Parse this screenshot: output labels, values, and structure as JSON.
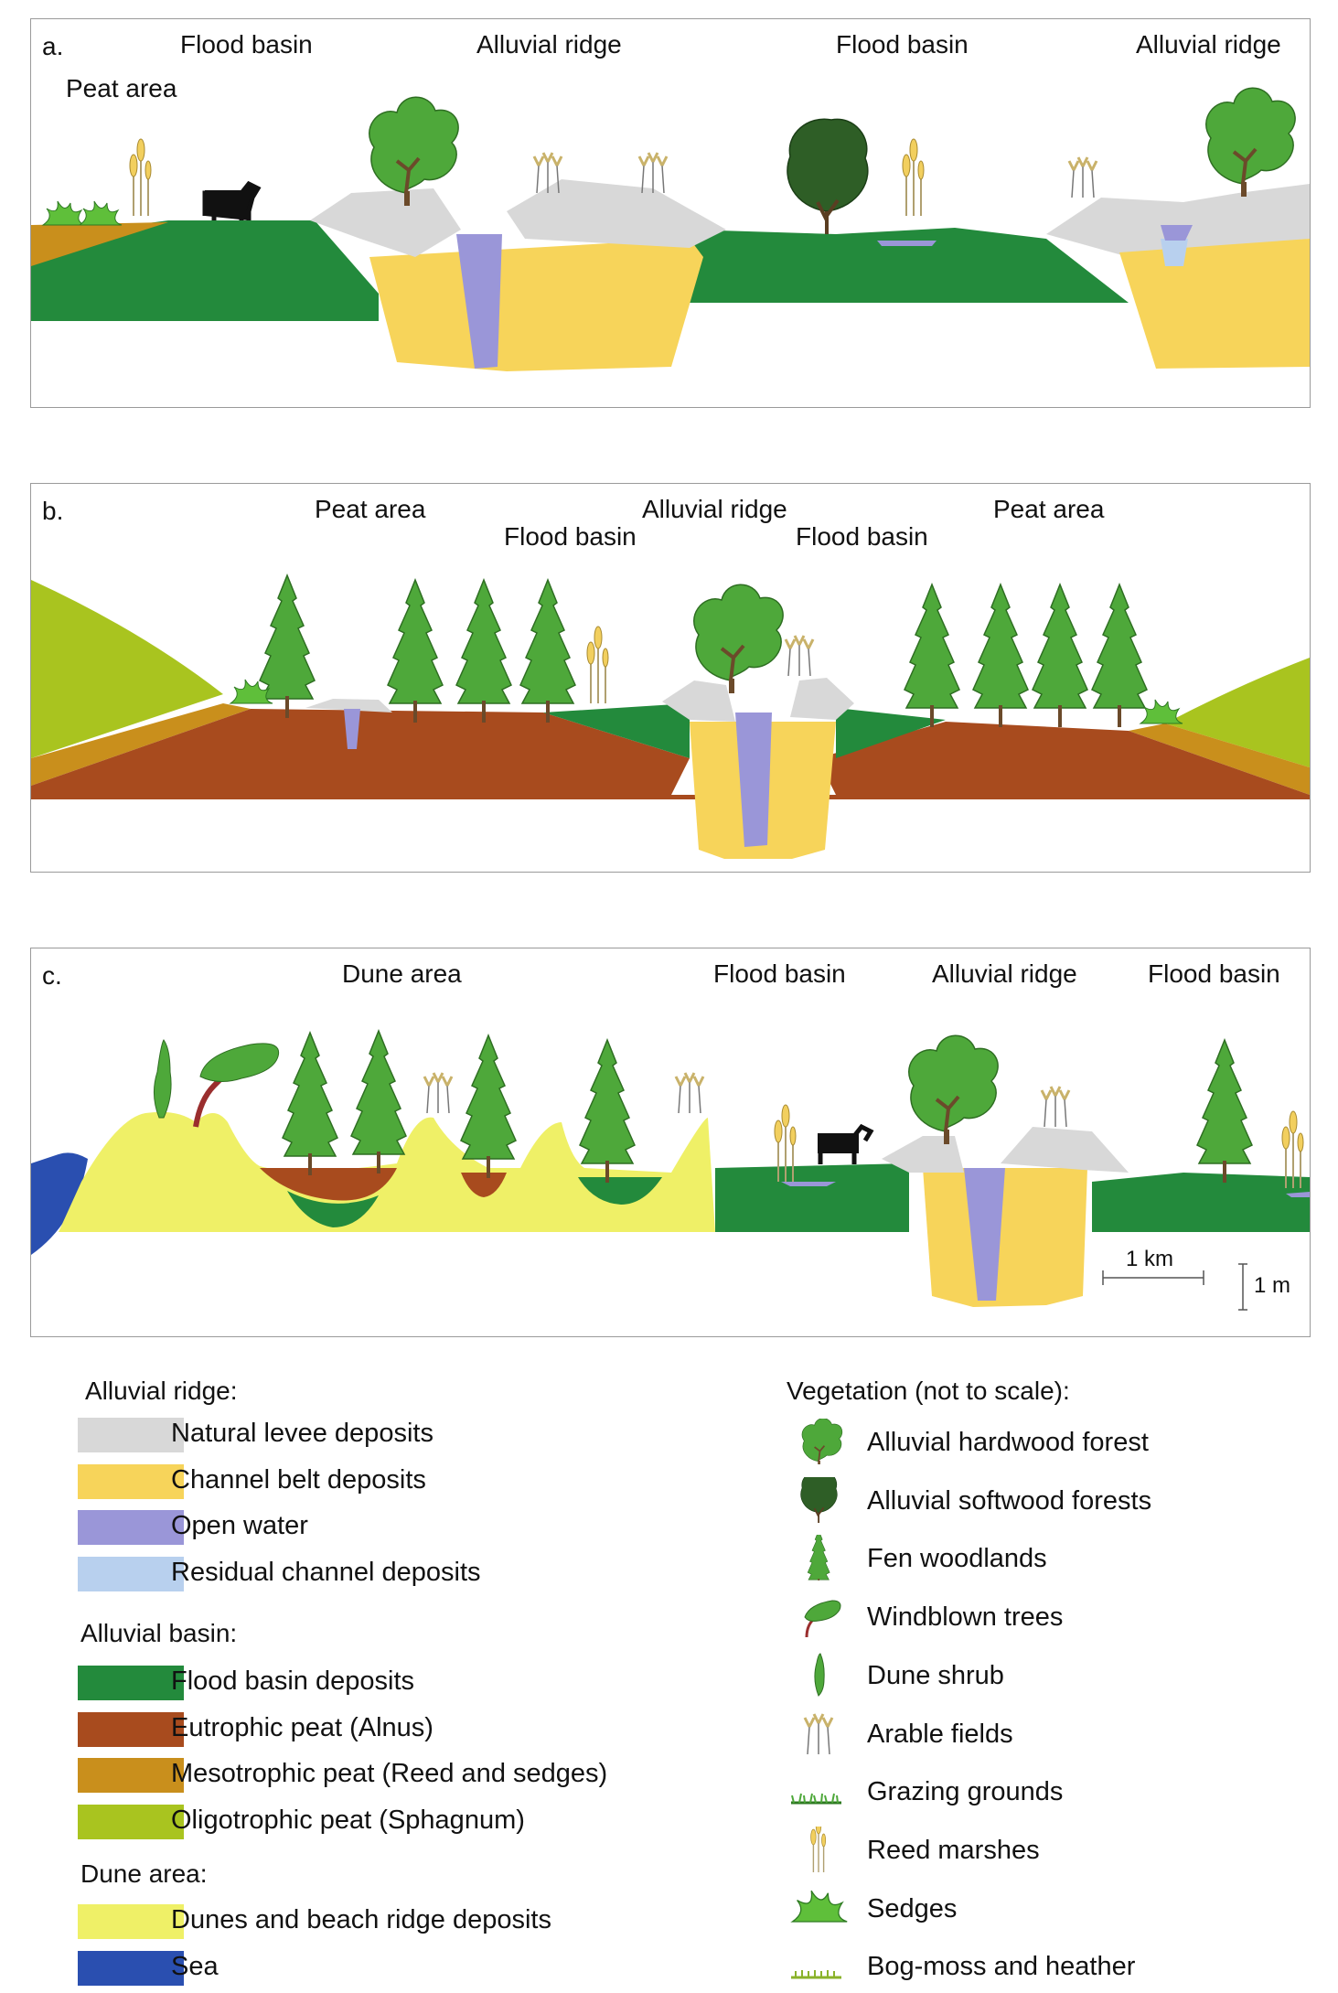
{
  "panels": {
    "a": {
      "letter": "a.",
      "labels": [
        "Flood basin",
        "Alluvial ridge",
        "Flood basin",
        "Alluvial ridge",
        "Peat area"
      ]
    },
    "b": {
      "letter": "b.",
      "labels": [
        "Peat area",
        "Flood basin",
        "Alluvial ridge",
        "Flood basin",
        "Peat area"
      ]
    },
    "c": {
      "letter": "c.",
      "labels": [
        "Dune area",
        "Flood basin",
        "Alluvial ridge",
        "Flood basin"
      ],
      "scale_horizontal": "1 km",
      "scale_vertical": "1 m"
    }
  },
  "legend": {
    "alluvial_ridge": {
      "title": "Alluvial ridge:",
      "items": [
        {
          "label": "Natural levee deposits",
          "color": "#d8d8d8"
        },
        {
          "label": "Channel belt deposits",
          "color": "#f7d45a"
        },
        {
          "label": "Open water",
          "color": "#9a96d8"
        },
        {
          "label": "Residual channel deposits",
          "color": "#b8d0ee"
        }
      ]
    },
    "alluvial_basin": {
      "title": "Alluvial basin:",
      "items": [
        {
          "label": "Flood basin deposits",
          "color": "#238a3c"
        },
        {
          "label": "Eutrophic peat (Alnus)",
          "color": "#a84b1e"
        },
        {
          "label": "Mesotrophic peat (Reed and sedges)",
          "color": "#c98f1c"
        },
        {
          "label": "Oligotrophic peat (Sphagnum)",
          "color": "#a9c41f"
        }
      ]
    },
    "dune_area": {
      "title": "Dune area:",
      "items": [
        {
          "label": "Dunes and beach ridge deposits",
          "color": "#eff067"
        },
        {
          "label": "Sea",
          "color": "#2a4fb0"
        }
      ]
    },
    "vegetation": {
      "title": "Vegetation (not to scale):",
      "items": [
        {
          "label": "Alluvial hardwood forest",
          "icon": "hardwood-tree-icon"
        },
        {
          "label": "Alluvial softwood forests",
          "icon": "softwood-tree-icon"
        },
        {
          "label": "Fen woodlands",
          "icon": "fen-tree-icon"
        },
        {
          "label": "Windblown trees",
          "icon": "windblown-tree-icon"
        },
        {
          "label": "Dune shrub",
          "icon": "dune-shrub-icon"
        },
        {
          "label": "Arable fields",
          "icon": "arable-fields-icon"
        },
        {
          "label": "Grazing grounds",
          "icon": "grazing-grounds-icon"
        },
        {
          "label": "Reed marshes",
          "icon": "reed-marshes-icon"
        },
        {
          "label": "Sedges",
          "icon": "sedges-icon"
        },
        {
          "label": "Bog-moss and heather",
          "icon": "bog-moss-icon"
        }
      ]
    }
  }
}
